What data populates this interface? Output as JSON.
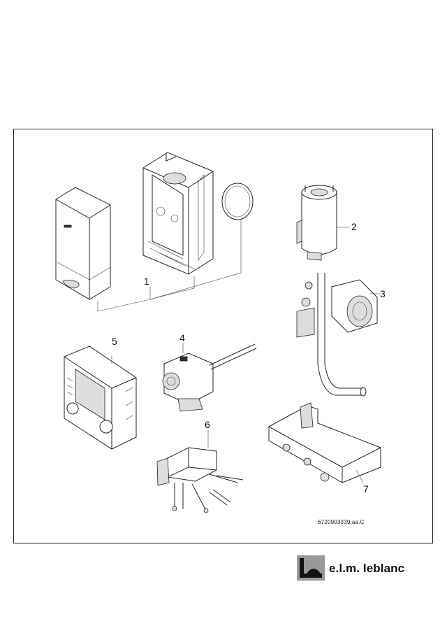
{
  "callouts": [
    "1",
    "2",
    "3",
    "4",
    "5",
    "6",
    "7"
  ],
  "reference_code": "6720903339.aa.C",
  "brand": {
    "name": "e.l.m. leblanc"
  }
}
